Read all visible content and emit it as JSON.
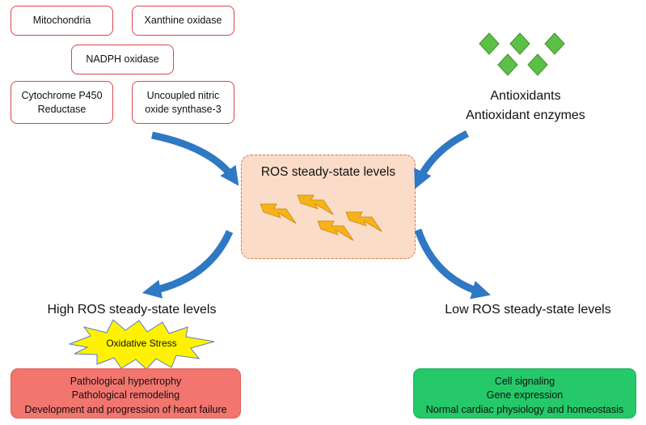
{
  "sources": {
    "mitochondria": "Mitochondria",
    "xanthine_oxidase": "Xanthine oxidase",
    "nadph_oxidase": "NADPH oxidase",
    "cytochrome": [
      "Cytochrome P450",
      "Reductase"
    ],
    "nos3": [
      "Uncoupled nitric",
      "oxide synthase-3"
    ]
  },
  "antioxidants": {
    "line1": "Antioxidants",
    "line2": "Antioxidant enzymes"
  },
  "center": {
    "title": "ROS steady-state levels"
  },
  "high": {
    "title": "High ROS steady-state levels",
    "stress": "Oxidative Stress",
    "effects": [
      "Pathological hypertrophy",
      "Pathological remodeling",
      "Development and progression of heart failure"
    ]
  },
  "low": {
    "title": "Low ROS steady-state levels",
    "effects": [
      "Cell signaling",
      "Gene expression",
      "Normal cardiac physiology and homeostasis"
    ]
  },
  "colors": {
    "source_border": "#d9464c",
    "arrow": "#2f78c4",
    "diamond": "#5cc046",
    "bolt": "#f5b21a",
    "center_fill": "#fbdcc8",
    "high_fill": "#f2756e",
    "low_fill": "#25c96a",
    "stress_fill": "#fff200"
  }
}
